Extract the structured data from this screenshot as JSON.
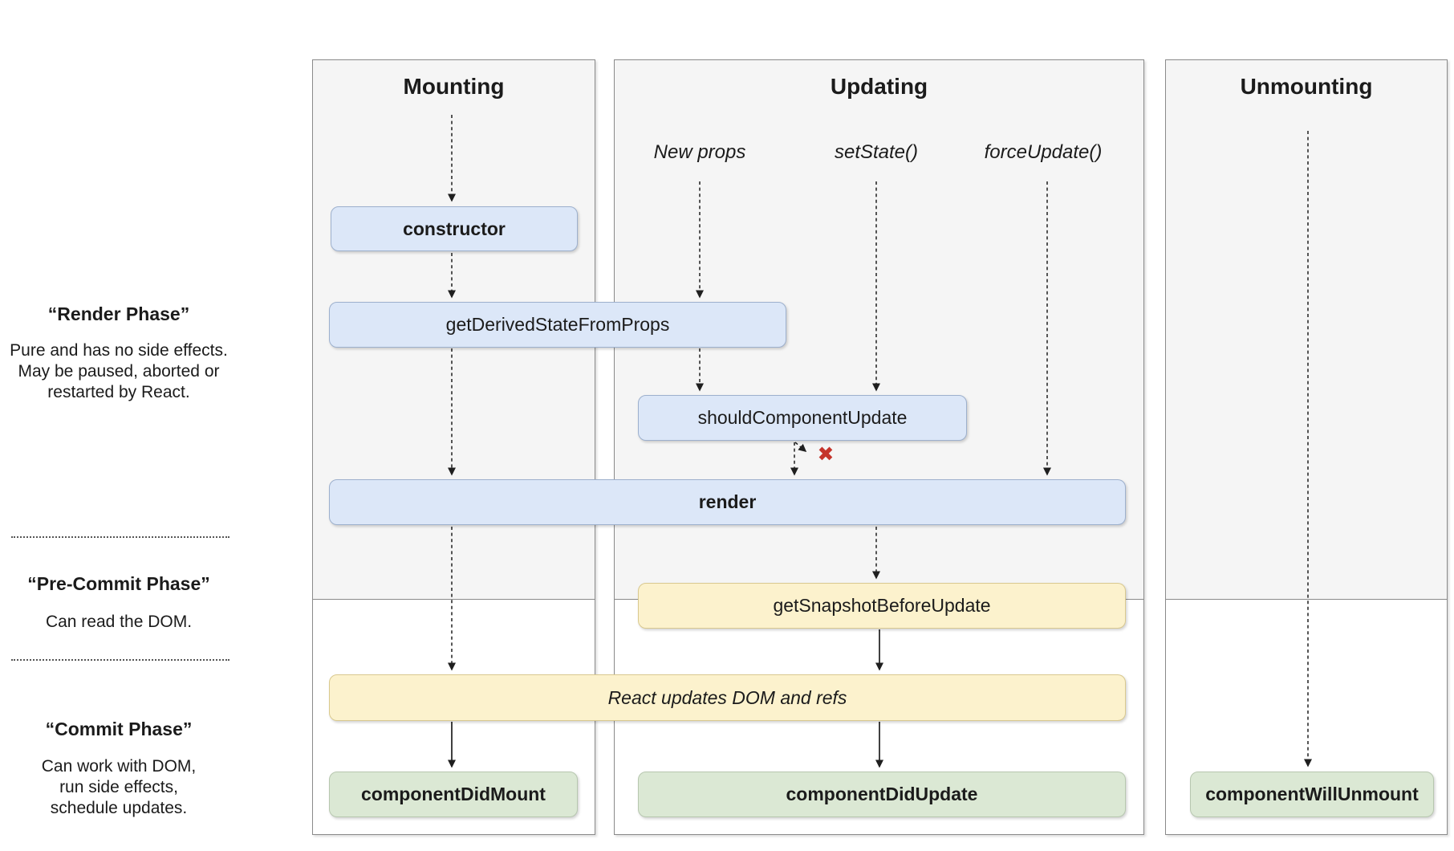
{
  "columns": [
    {
      "title": "Mounting"
    },
    {
      "title": "Updating"
    },
    {
      "title": "Unmounting"
    }
  ],
  "phase_labels": {
    "render_phase": {
      "title": "“Render Phase”",
      "lines": [
        "Pure and has no side effects.",
        "May be paused, aborted or",
        "restarted by React."
      ]
    },
    "pre_commit_phase": {
      "title": "“Pre-Commit Phase”",
      "lines": [
        "Can read the DOM."
      ]
    },
    "commit_phase": {
      "title": "“Commit Phase”",
      "lines": [
        "Can work with DOM,",
        "run side effects,",
        "schedule updates."
      ]
    }
  },
  "update_triggers": [
    {
      "label": "New props"
    },
    {
      "label": "setState()"
    },
    {
      "label": "forceUpdate()"
    }
  ],
  "lifecycle_boxes": {
    "constructor_box": {
      "label": "constructor"
    },
    "get_derived_state_from_props": {
      "label": "getDerivedStateFromProps"
    },
    "should_component_update": {
      "label": "shouldComponentUpdate"
    },
    "render": {
      "label": "render"
    },
    "get_snapshot_before_update": {
      "label": "getSnapshotBeforeUpdate"
    },
    "react_updates_dom": {
      "label": "React updates DOM and refs"
    },
    "component_did_mount": {
      "label": "componentDidMount"
    },
    "component_did_update": {
      "label": "componentDidUpdate"
    },
    "component_will_unmount": {
      "label": "componentWillUnmount"
    }
  },
  "icons": {
    "skip_render_x": "✖"
  },
  "colors": {
    "panel_fill": "#f5f5f5",
    "panel_border": "#8a8a8a",
    "blue_fill": "#dce7f8",
    "blue_border": "#9db0cd",
    "yellow_fill": "#fcf2cd",
    "yellow_border": "#d9c98f",
    "green_fill": "#dbe8d4",
    "green_border": "#b7c7af",
    "x_red": "#c5342b"
  }
}
